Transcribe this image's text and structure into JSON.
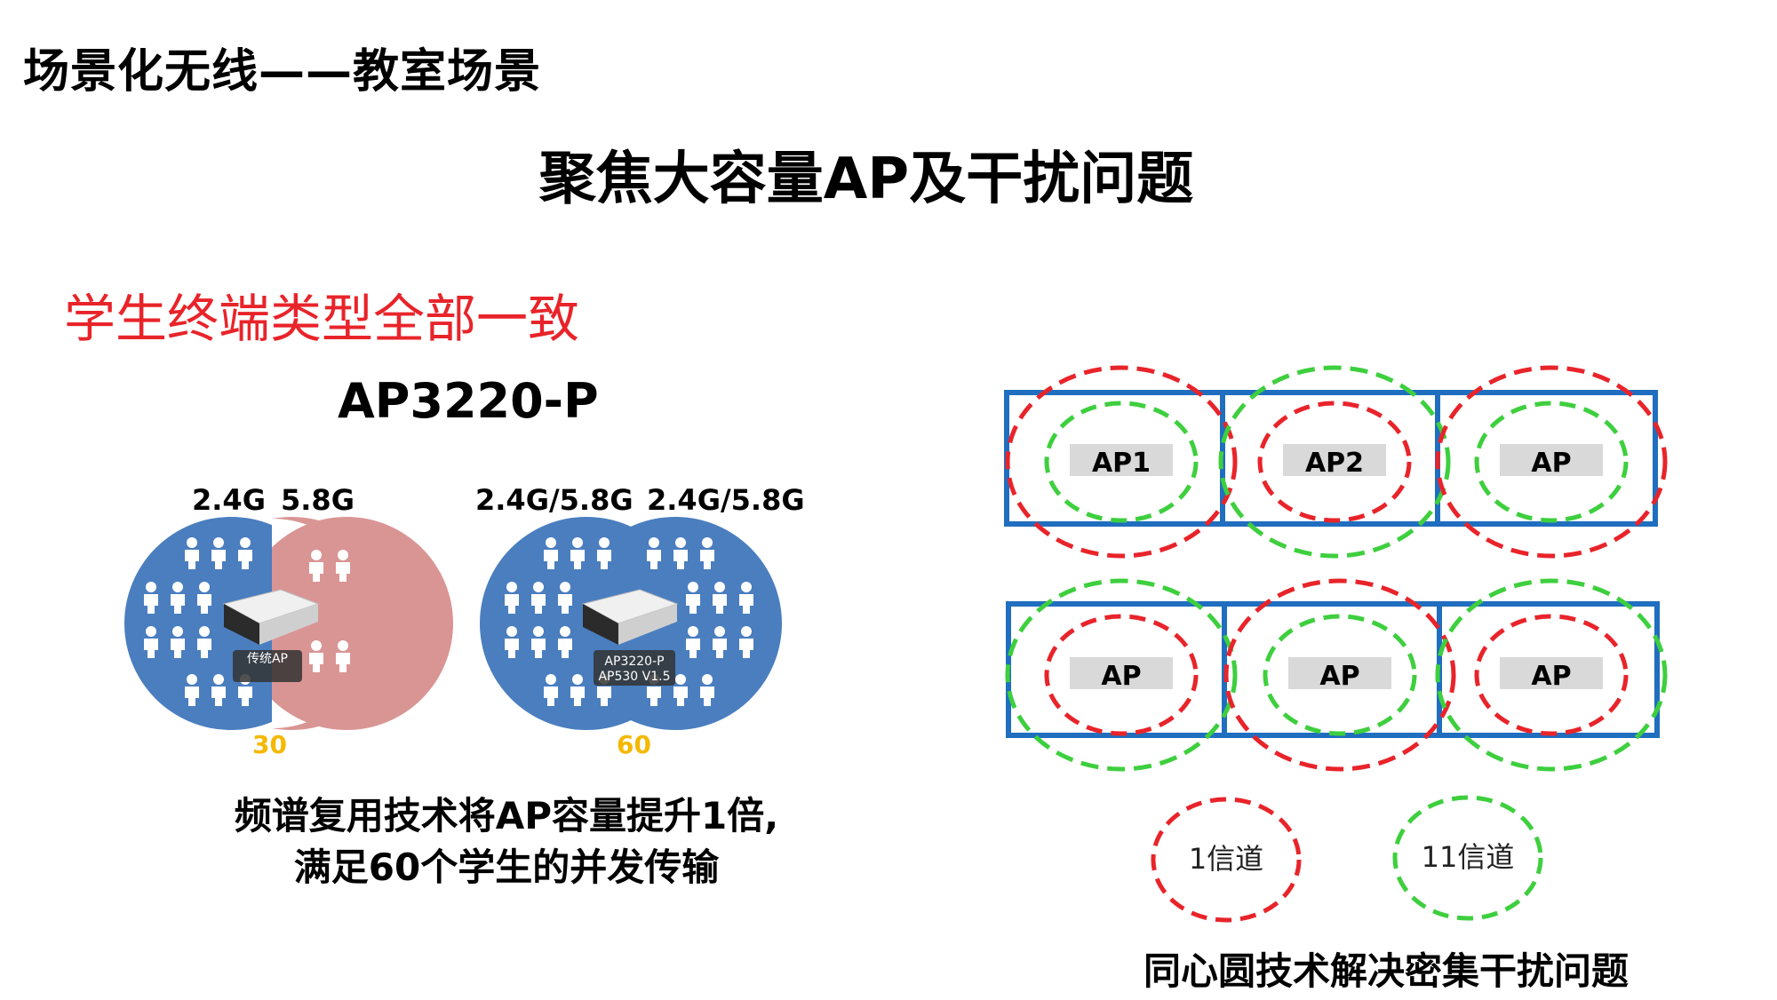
{
  "header": {
    "title": "场景化无线——教室场景",
    "heading": "聚焦大容量AP及干扰问题"
  },
  "left": {
    "subtitle": "学生终端类型全部一致",
    "model": "AP3220-P",
    "traditional": {
      "freq_left": "2.4G",
      "freq_right": "5.8G",
      "ap_tag": "传统AP",
      "count": "30"
    },
    "new": {
      "freq_left": "2.4G/5.8G",
      "freq_right": "2.4G/5.8G",
      "ap_tag_line1": "AP3220-P",
      "ap_tag_line2": "AP530 V1.5",
      "count": "60"
    },
    "caption_line1": "频谱复用技术将AP容量提升1倍,",
    "caption_line2": "满足60个学生的并发传输"
  },
  "right": {
    "row1": [
      {
        "label": "AP1",
        "inner_color": "#3ecf3e",
        "outer_color": "#e8242a"
      },
      {
        "label": "AP2",
        "inner_color": "#e8242a",
        "outer_color": "#3ecf3e"
      },
      {
        "label": "AP",
        "inner_color": "#3ecf3e",
        "outer_color": "#e8242a"
      }
    ],
    "row2": [
      {
        "label": "AP",
        "inner_color": "#e8242a",
        "outer_color": "#3ecf3e"
      },
      {
        "label": "AP",
        "inner_color": "#3ecf3e",
        "outer_color": "#e8242a"
      },
      {
        "label": "AP",
        "inner_color": "#e8242a",
        "outer_color": "#3ecf3e"
      }
    ],
    "legend": [
      {
        "label": "1信道",
        "color": "#e8242a"
      },
      {
        "label": "11信道",
        "color": "#3ecf3e"
      }
    ],
    "caption": "同心圆技术解决密集干扰问题"
  },
  "colors": {
    "blue_area": "#4a7ebf",
    "pink_area": "#d99594",
    "room_border": "#1f6ec0",
    "ap_label_bg": "#d9d9d9",
    "count": "#f5b800",
    "accent_red": "#e8242a"
  }
}
